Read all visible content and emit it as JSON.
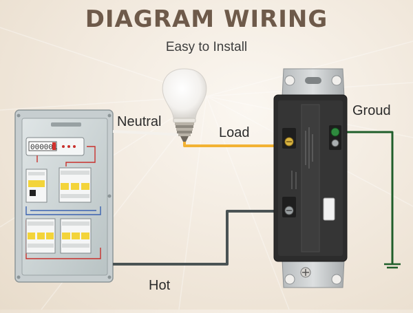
{
  "header": {
    "title": "Diagram Wiring",
    "subtitle": "Easy to Install"
  },
  "labels": {
    "neutral": "Neutral",
    "load": "Load",
    "ground": "Groud",
    "hot": "Hot"
  },
  "meter": {
    "digits": "000001"
  },
  "colors": {
    "title": "#6e5a4a",
    "load_wire": "#f2b233",
    "hot_wire": "#4a5354",
    "neutral_wire": "#f4f1ec",
    "ground_wire": "#1f5e2a",
    "breaker_yellow": "#f3d43a",
    "switch_body": "#2c2c2c"
  }
}
